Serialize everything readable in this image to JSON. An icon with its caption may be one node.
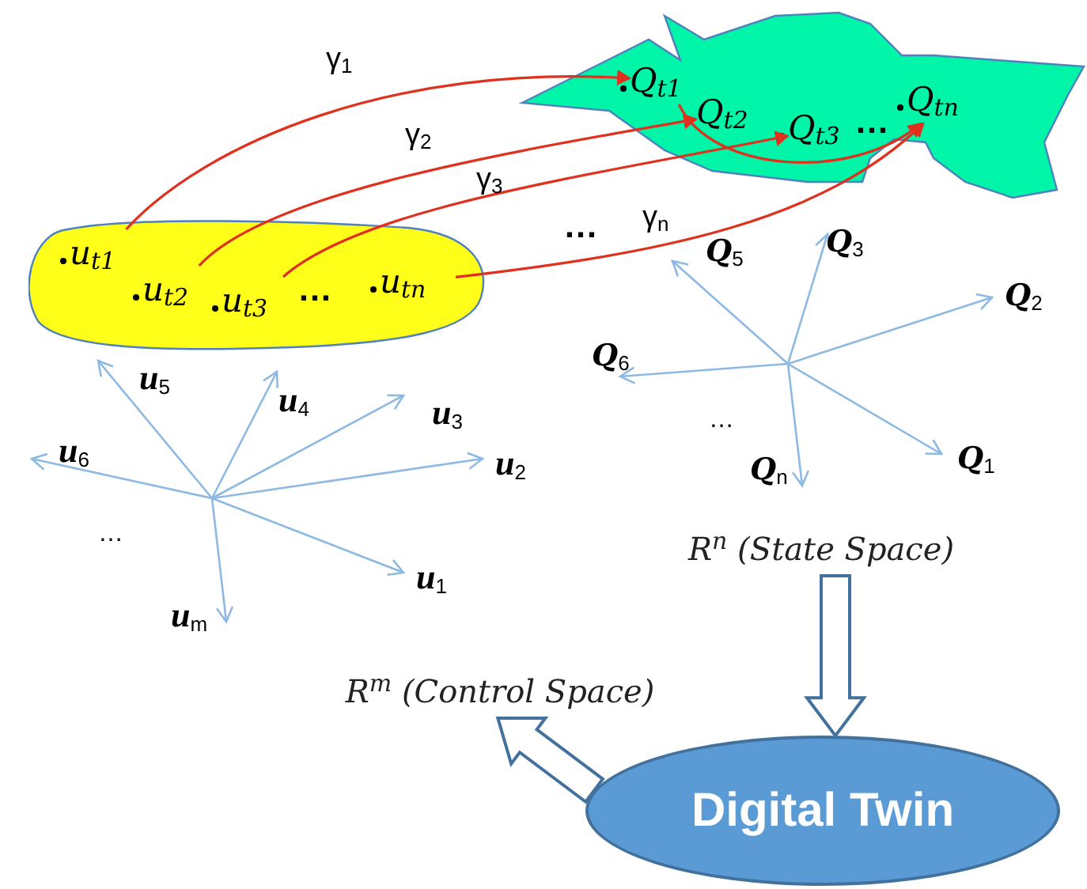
{
  "diagram": {
    "nodes": [
      {
        "text": [],
        "shape": "cloud"
      },
      {
        "text": [
          "Q$_{t1}$"
        ],
        "in": 0
      },
      {
        "text": [
          "Q$_{t2}$"
        ],
        "in": 0
      },
      {
        "text": [
          "Q$_{t3}$"
        ],
        "in": 0
      },
      {
        "text": [
          "Q$_{tn}$"
        ],
        "in": 0
      },
      {
        "text": [],
        "shape": "cloud"
      },
      {
        "text": [
          "u$_{t1}$"
        ],
        "in": 5
      },
      {
        "text": [
          "u$_{t2}$"
        ],
        "in": 5
      },
      {
        "text": [
          "u$_{t3}$"
        ],
        "in": 5
      },
      {
        "text": [
          "u$_{tn}$"
        ],
        "in": 5
      },
      {
        "text": [
          "R$^{n}$ (State Space)"
        ]
      },
      {
        "text": [
          "R$^{m}$ (Control Space)"
        ]
      },
      {
        "text": [
          "Digital Twin"
        ]
      }
    ],
    "edges": [
      {
        "from": 6,
        "to": 1,
        "arrow": "to",
        "label": "γ$_{1}$"
      },
      {
        "from": 7,
        "to": 2,
        "arrow": "to",
        "label": "γ$_{2}$"
      },
      {
        "from": 8,
        "to": 3,
        "arrow": "to",
        "label": "γ$_{3}$"
      },
      {
        "from": 9,
        "to": 4,
        "arrow": "to",
        "label": "γ$_{n}$"
      },
      {
        "from": 1,
        "to": 4,
        "arrow": "to"
      },
      {
        "from": 10,
        "to": 12,
        "arrow": "to",
        "style": "thick",
        "color": "#41719c"
      },
      {
        "from": 12,
        "to": 11,
        "arrow": "to",
        "style": "thick",
        "color": "#41719c"
      }
    ],
    "labels": [
      "…",
      "…",
      "…",
      "Q$_{5}$",
      "Q$_{3}$",
      "Q$_{2}$",
      "Q$_{6}$",
      "…",
      "Q$_{n}$",
      "Q$_{1}$",
      "u$_{5}$",
      "u$_{4}$",
      "u$_{3}$",
      "u$_{6}$",
      "u$_{2}$",
      "…",
      "u$_{1}$",
      "u$_{m}$"
    ]
  }
}
